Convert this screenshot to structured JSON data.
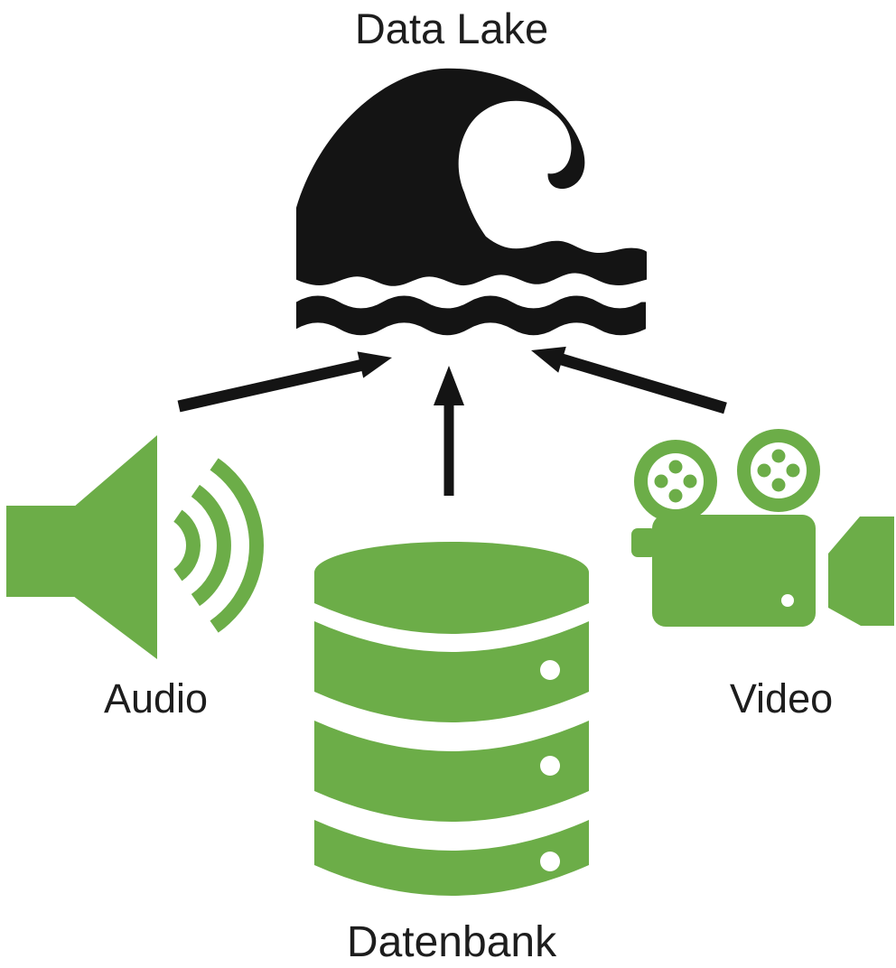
{
  "colors": {
    "green": "#6cad48",
    "ink": "#141414",
    "label": "#1d1d1d",
    "background": "#ffffff"
  },
  "diagram": {
    "title": "Data Lake",
    "center_node": {
      "id": "data_lake",
      "label": "Data Lake",
      "icon": "wave-icon"
    },
    "source_nodes": [
      {
        "id": "audio",
        "label": "Audio",
        "icon": "speaker-sound-icon"
      },
      {
        "id": "datenbank",
        "label": "Datenbank",
        "icon": "database-icon"
      },
      {
        "id": "video",
        "label": "Video",
        "icon": "film-camera-icon"
      }
    ],
    "connections": [
      {
        "from": "audio",
        "to": "data_lake"
      },
      {
        "from": "datenbank",
        "to": "data_lake"
      },
      {
        "from": "video",
        "to": "data_lake"
      }
    ]
  }
}
